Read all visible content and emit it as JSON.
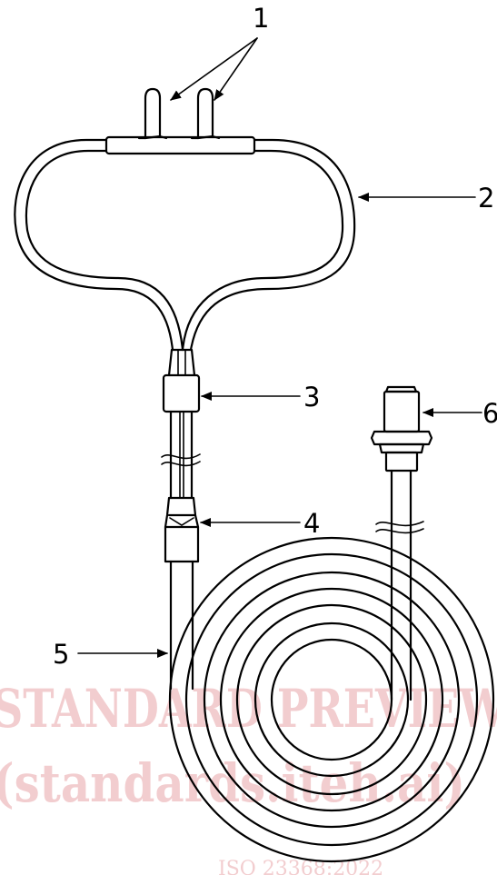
{
  "callouts": [
    "1",
    "2",
    "3",
    "4",
    "5",
    "6"
  ],
  "watermark": {
    "line1": "STANDARD PREVIEW",
    "line2": "(standards.iteh.ai)",
    "line3": "ISO 23368:2022"
  }
}
